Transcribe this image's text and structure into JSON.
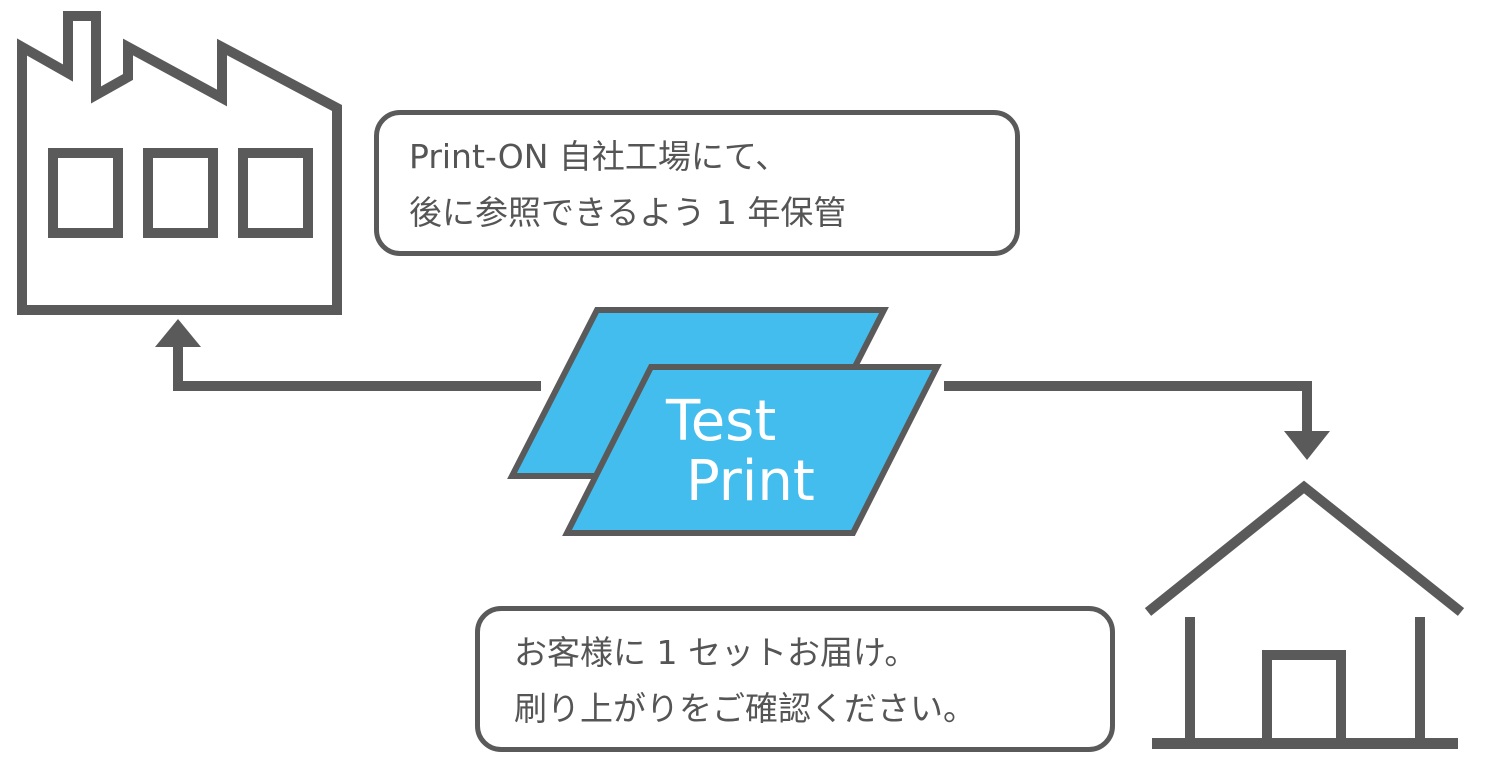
{
  "colors": {
    "line": "#5a5a5a",
    "sheet_fill": "#43bdee",
    "text": "#555555",
    "sheet_text": "#ffffff"
  },
  "icons": {
    "factory": "factory-icon",
    "house": "house-icon"
  },
  "test_print": {
    "line1": "Test",
    "line2": "Print"
  },
  "factory_note": {
    "line1": "Print-ON 自社工場にて、",
    "line2": "後に参照できるよう 1 年保管"
  },
  "customer_note": {
    "line1": "お客様に 1 セットお届け。",
    "line2": "刷り上がりをご確認ください。"
  }
}
